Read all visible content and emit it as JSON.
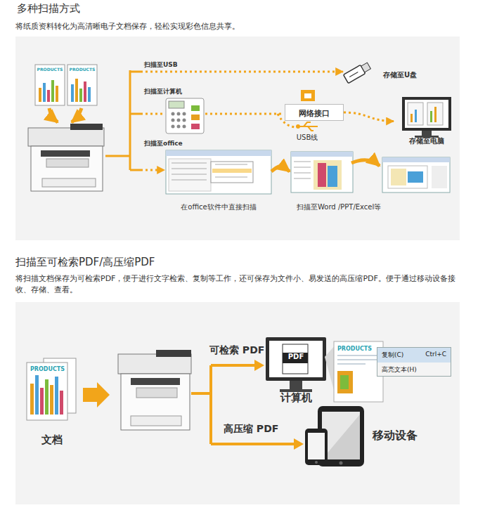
{
  "diagram": {
    "title": "多种扫描方式",
    "nodes": [
      {
        "text": [
          "PRODUCTS"
        ]
      },
      {
        "text": [
          "PRODUCTS"
        ]
      },
      {
        "text": [
          "存储至U盘"
        ]
      },
      {
        "text": [
          "网络接口"
        ]
      },
      {
        "text": [
          "USB线"
        ]
      },
      {
        "text": [
          "存储至电脑"
        ]
      },
      {
        "text": [
          "在office软件中直接扫描"
        ]
      },
      {
        "text": [
          "扫描至Word /PPT/Excel等"
        ]
      },
      {
        "text": [
          "PRODUCTS",
          "文档"
        ]
      },
      {
        "text": [
          "PDF",
          "计算机"
        ]
      },
      {
        "text": [
          "PRODUCTS"
        ]
      },
      {
        "text": [
          "复制(C)",
          "Ctrl+C",
          "高亮文本(H)"
        ]
      },
      {
        "text": [
          "移动设备"
        ]
      }
    ],
    "edges": [
      {
        "from": 6,
        "to": 7,
        "arrow": "to"
      },
      {
        "from": 3,
        "to": 5,
        "arrow": "to"
      }
    ],
    "labels": [
      "将纸质资料转化为高清晰电子文档保存，轻松实现彩色信息共享。",
      "扫描至USB",
      "扫描至计算机",
      "扫描至office",
      "扫描至可检索PDF/高压缩PDF",
      "将扫描文档保存为可检索PDF，便于进行文字检索、复制等工作，还可保存为文件小、易发送的高压缩PDF。便于通过移动设备接收、存储、查看。",
      "可检索 PDF",
      "高压缩 PDF"
    ]
  }
}
